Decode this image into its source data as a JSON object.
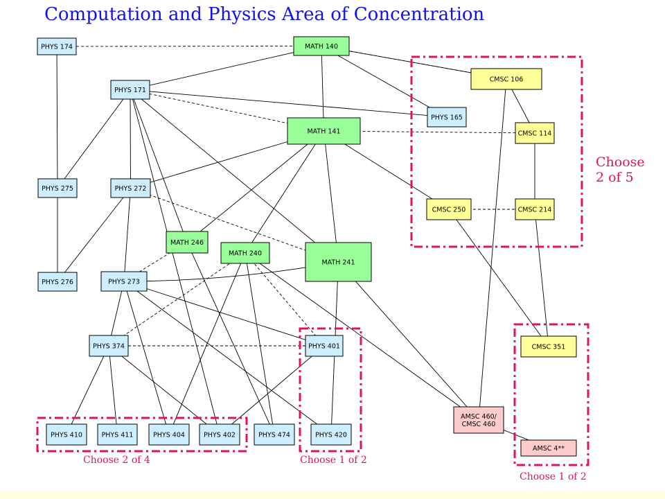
{
  "title": "Computation and Physics Area of Concentration",
  "colors": {
    "title": "#1111ee",
    "math": "#99ff99",
    "phys": "#cceeff",
    "cmsc": "#ffff99",
    "amsc": "#ffcccc",
    "group": "#e0115f",
    "band": "#fffce0"
  },
  "nodes": [
    {
      "id": "phys174",
      "label": [
        "PHYS 174"
      ],
      "kind": "phys"
    },
    {
      "id": "math140",
      "label": [
        "MATH 140"
      ],
      "kind": "math"
    },
    {
      "id": "phys171",
      "label": [
        "PHYS 171"
      ],
      "kind": "phys"
    },
    {
      "id": "cmsc106",
      "label": [
        "CMSC 106"
      ],
      "kind": "cmsc"
    },
    {
      "id": "phys165",
      "label": [
        "PHYS 165"
      ],
      "kind": "phys"
    },
    {
      "id": "math141",
      "label": [
        "MATH 141"
      ],
      "kind": "math"
    },
    {
      "id": "cmsc114",
      "label": [
        "CMSC 114"
      ],
      "kind": "cmsc"
    },
    {
      "id": "phys275",
      "label": [
        "PHYS 275"
      ],
      "kind": "phys"
    },
    {
      "id": "phys272",
      "label": [
        "PHYS 272"
      ],
      "kind": "phys"
    },
    {
      "id": "cmsc250",
      "label": [
        "CMSC 250"
      ],
      "kind": "cmsc"
    },
    {
      "id": "cmsc214",
      "label": [
        "CMSC 214"
      ],
      "kind": "cmsc"
    },
    {
      "id": "math246",
      "label": [
        "MATH 246"
      ],
      "kind": "math"
    },
    {
      "id": "math240",
      "label": [
        "MATH 240"
      ],
      "kind": "math"
    },
    {
      "id": "math241",
      "label": [
        "MATH 241"
      ],
      "kind": "math"
    },
    {
      "id": "phys276",
      "label": [
        "PHYS 276"
      ],
      "kind": "phys"
    },
    {
      "id": "phys273",
      "label": [
        "PHYS 273"
      ],
      "kind": "phys"
    },
    {
      "id": "phys374",
      "label": [
        "PHYS 374"
      ],
      "kind": "phys"
    },
    {
      "id": "phys401",
      "label": [
        "PHYS 401"
      ],
      "kind": "phys"
    },
    {
      "id": "cmsc351",
      "label": [
        "CMSC 351"
      ],
      "kind": "cmsc"
    },
    {
      "id": "amsc460",
      "label": [
        "AMSC 460/",
        "CMSC 460"
      ],
      "kind": "amsc"
    },
    {
      "id": "phys410",
      "label": [
        "PHYS 410"
      ],
      "kind": "phys"
    },
    {
      "id": "phys411",
      "label": [
        "PHYS 411"
      ],
      "kind": "phys"
    },
    {
      "id": "phys404",
      "label": [
        "PHYS 404"
      ],
      "kind": "phys"
    },
    {
      "id": "phys402",
      "label": [
        "PHYS 402"
      ],
      "kind": "phys"
    },
    {
      "id": "phys474",
      "label": [
        "PHYS 474"
      ],
      "kind": "phys"
    },
    {
      "id": "phys420",
      "label": [
        "PHYS 420"
      ],
      "kind": "phys"
    },
    {
      "id": "amsc4xx",
      "label": [
        "AMSC 4**"
      ],
      "kind": "amsc"
    }
  ],
  "edges": [
    {
      "from": "phys174",
      "to": "math140",
      "style": "dashed"
    },
    {
      "from": "phys174",
      "to": "phys275",
      "style": "solid"
    },
    {
      "from": "math140",
      "to": "phys171",
      "style": "solid"
    },
    {
      "from": "math140",
      "to": "math141",
      "style": "solid"
    },
    {
      "from": "math140",
      "to": "phys165",
      "style": "solid"
    },
    {
      "from": "math140",
      "to": "cmsc106",
      "style": "solid"
    },
    {
      "from": "math140",
      "to": "cmsc106",
      "style": "dashed"
    },
    {
      "from": "phys171",
      "to": "phys165",
      "style": "solid"
    },
    {
      "from": "phys171",
      "to": "math141",
      "style": "dashed"
    },
    {
      "from": "phys171",
      "to": "phys275",
      "style": "solid"
    },
    {
      "from": "phys171",
      "to": "phys272",
      "style": "solid"
    },
    {
      "from": "phys171",
      "to": "math246",
      "style": "solid"
    },
    {
      "from": "phys171",
      "to": "math241",
      "style": "solid"
    },
    {
      "from": "phys171",
      "to": "phys402",
      "style": "solid"
    },
    {
      "from": "math141",
      "to": "phys272",
      "style": "solid"
    },
    {
      "from": "math141",
      "to": "math246",
      "style": "solid"
    },
    {
      "from": "math141",
      "to": "math240",
      "style": "solid"
    },
    {
      "from": "math141",
      "to": "math241",
      "style": "solid"
    },
    {
      "from": "math141",
      "to": "cmsc114",
      "style": "dashed"
    },
    {
      "from": "math141",
      "to": "cmsc250",
      "style": "solid"
    },
    {
      "from": "cmsc106",
      "to": "cmsc114",
      "style": "solid"
    },
    {
      "from": "cmsc106",
      "to": "amsc460",
      "style": "solid"
    },
    {
      "from": "cmsc114",
      "to": "cmsc214",
      "style": "solid"
    },
    {
      "from": "cmsc250",
      "to": "cmsc214",
      "style": "dashed"
    },
    {
      "from": "cmsc250",
      "to": "cmsc351",
      "style": "solid"
    },
    {
      "from": "cmsc214",
      "to": "cmsc351",
      "style": "solid"
    },
    {
      "from": "phys275",
      "to": "phys276",
      "style": "solid"
    },
    {
      "from": "phys272",
      "to": "phys273",
      "style": "solid"
    },
    {
      "from": "phys272",
      "to": "phys276",
      "style": "solid"
    },
    {
      "from": "phys272",
      "to": "math241",
      "style": "dashed"
    },
    {
      "from": "math246",
      "to": "phys273",
      "style": "dashed"
    },
    {
      "from": "math246",
      "to": "phys474",
      "style": "solid"
    },
    {
      "from": "math240",
      "to": "phys374",
      "style": "dashed"
    },
    {
      "from": "math240",
      "to": "phys404",
      "style": "solid"
    },
    {
      "from": "math240",
      "to": "phys474",
      "style": "solid"
    },
    {
      "from": "math240",
      "to": "phys401",
      "style": "dashed"
    },
    {
      "from": "math240",
      "to": "amsc460",
      "style": "solid"
    },
    {
      "from": "math241",
      "to": "phys273",
      "style": "solid"
    },
    {
      "from": "math241",
      "to": "phys420",
      "style": "solid"
    },
    {
      "from": "math241",
      "to": "amsc460",
      "style": "solid"
    },
    {
      "from": "phys273",
      "to": "phys374",
      "style": "solid"
    },
    {
      "from": "phys273",
      "to": "phys404",
      "style": "solid"
    },
    {
      "from": "phys273",
      "to": "phys401",
      "style": "solid"
    },
    {
      "from": "phys273",
      "to": "phys420",
      "style": "solid"
    },
    {
      "from": "phys374",
      "to": "phys401",
      "style": "dashed"
    },
    {
      "from": "phys374",
      "to": "phys410",
      "style": "solid"
    },
    {
      "from": "phys374",
      "to": "phys411",
      "style": "solid"
    },
    {
      "from": "phys374",
      "to": "phys402",
      "style": "solid"
    },
    {
      "from": "phys401",
      "to": "phys402",
      "style": "solid"
    },
    {
      "from": "amsc460",
      "to": "amsc4xx",
      "style": "solid"
    }
  ],
  "groups": [
    {
      "id": "choose-2-of-5",
      "label": [
        "Choose",
        "2 of 5"
      ]
    },
    {
      "id": "choose-1-of-2-math",
      "label": [
        "Choose 1 of 2"
      ]
    },
    {
      "id": "choose-2-of-4",
      "label": [
        "Choose 2 of 4"
      ]
    },
    {
      "id": "choose-1-of-2-phys",
      "label": [
        "Choose 1 of 2"
      ]
    }
  ]
}
